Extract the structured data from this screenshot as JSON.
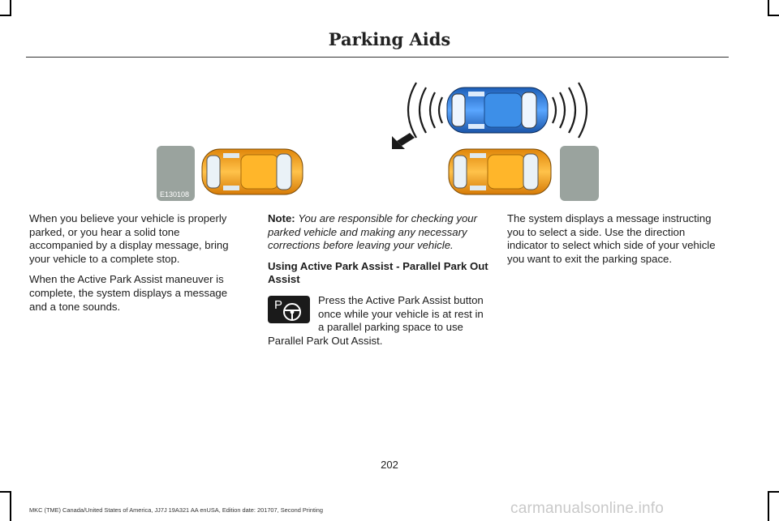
{
  "header": {
    "title": "Parking Aids"
  },
  "figure": {
    "id": "E130108"
  },
  "column1": {
    "para1": "When you believe your vehicle is properly parked, or you hear a solid tone accompanied by a display message, bring your vehicle to a complete stop.",
    "para2": "When the Active Park Assist maneuver is complete, the system displays a message and a tone sounds."
  },
  "column2": {
    "note_label": "Note:",
    "note_text": "You are responsible for checking your parked vehicle and making any necessary corrections before leaving your vehicle.",
    "subheading": "Using Active Park Assist - Parallel Park Out Assist",
    "button_para": "Press the Active Park Assist button once while your vehicle is at rest in a parallel parking space to use Parallel Park Out Assist.",
    "button_icon": "active-park-assist-icon"
  },
  "column3": {
    "para1": "The system displays a message instructing you to select a side. Use the direction indicator to select which side of your vehicle you want to exit the parking space."
  },
  "page_number": "202",
  "footer": "MKC (TME) Canada/United States of America, JJ7J 19A321 AA enUSA, Edition date: 201707, Second Printing",
  "watermark": "carmanualsonline.info",
  "colors": {
    "orange_car": "#f3a21a",
    "blue_car": "#2f7fd6",
    "curb_grey": "#9aa39e"
  }
}
